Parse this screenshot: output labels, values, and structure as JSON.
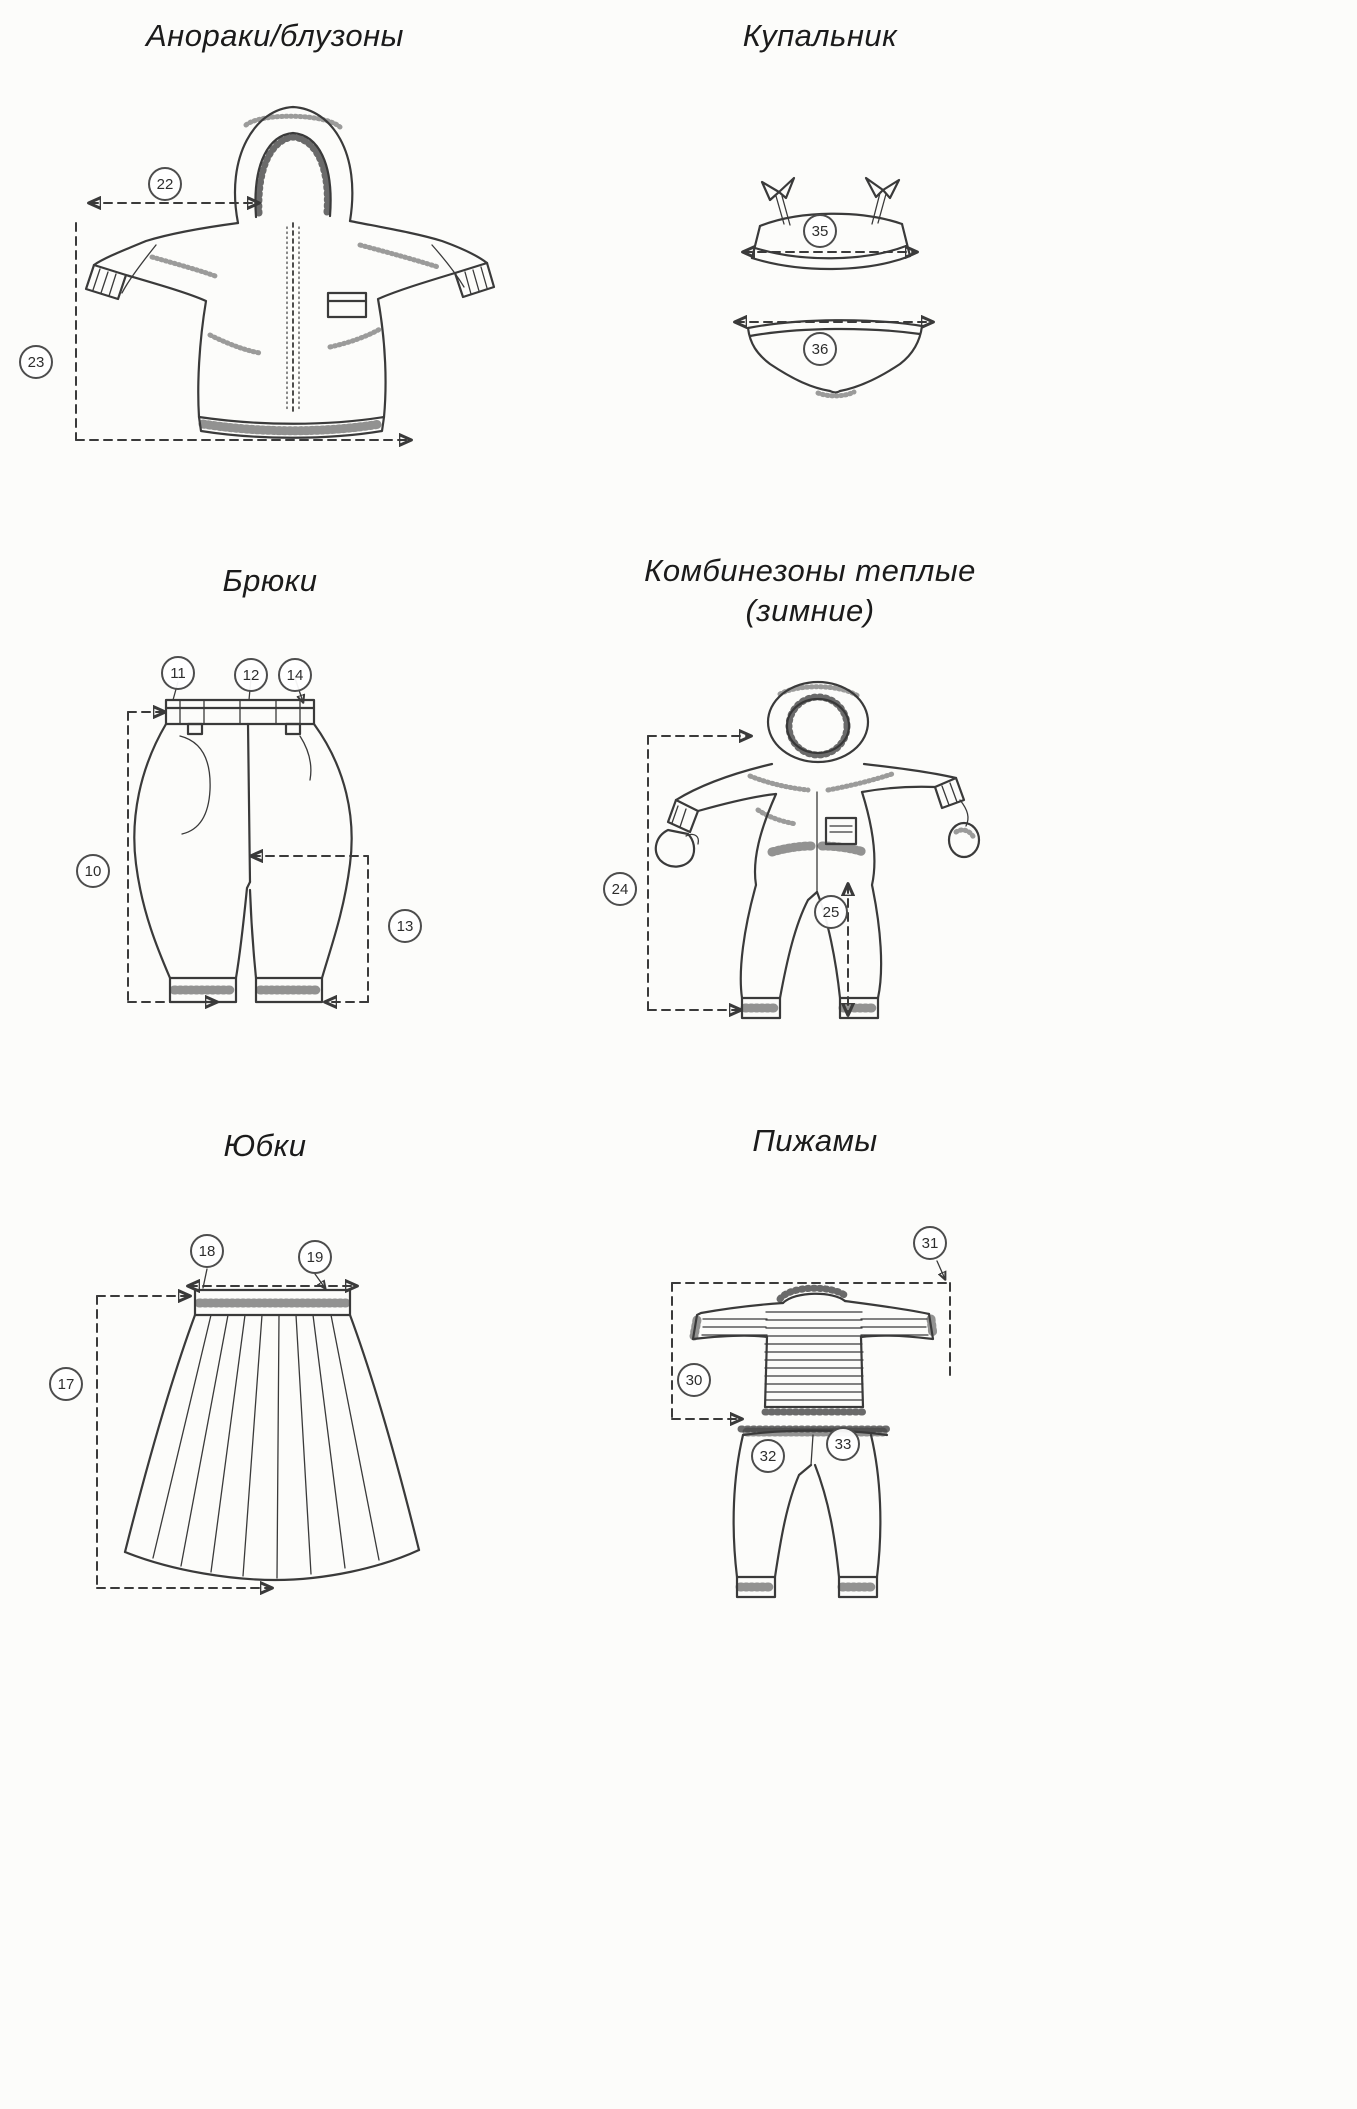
{
  "page": {
    "background": "#fcfcfa",
    "ink": "#3a3a3a"
  },
  "sections": [
    {
      "id": "anoraks",
      "title": "Анораки/блузоны",
      "callouts": [
        {
          "label": "22"
        },
        {
          "label": "23"
        }
      ]
    },
    {
      "id": "swimsuit",
      "title": "Купальник",
      "callouts": [
        {
          "label": "35"
        },
        {
          "label": "36"
        }
      ]
    },
    {
      "id": "trousers",
      "title": "Брюки",
      "callouts": [
        {
          "label": "11"
        },
        {
          "label": "12"
        },
        {
          "label": "14"
        },
        {
          "label": "10"
        },
        {
          "label": "13"
        }
      ]
    },
    {
      "id": "overalls",
      "title": "Комбинезоны теплые",
      "subtitle": "(зимние)",
      "callouts": [
        {
          "label": "24"
        },
        {
          "label": "25"
        }
      ]
    },
    {
      "id": "skirts",
      "title": "Юбки",
      "callouts": [
        {
          "label": "18"
        },
        {
          "label": "19"
        },
        {
          "label": "17"
        }
      ]
    },
    {
      "id": "pajamas",
      "title": "Пижамы",
      "callouts": [
        {
          "label": "31"
        },
        {
          "label": "30"
        },
        {
          "label": "32"
        },
        {
          "label": "33"
        }
      ]
    }
  ]
}
